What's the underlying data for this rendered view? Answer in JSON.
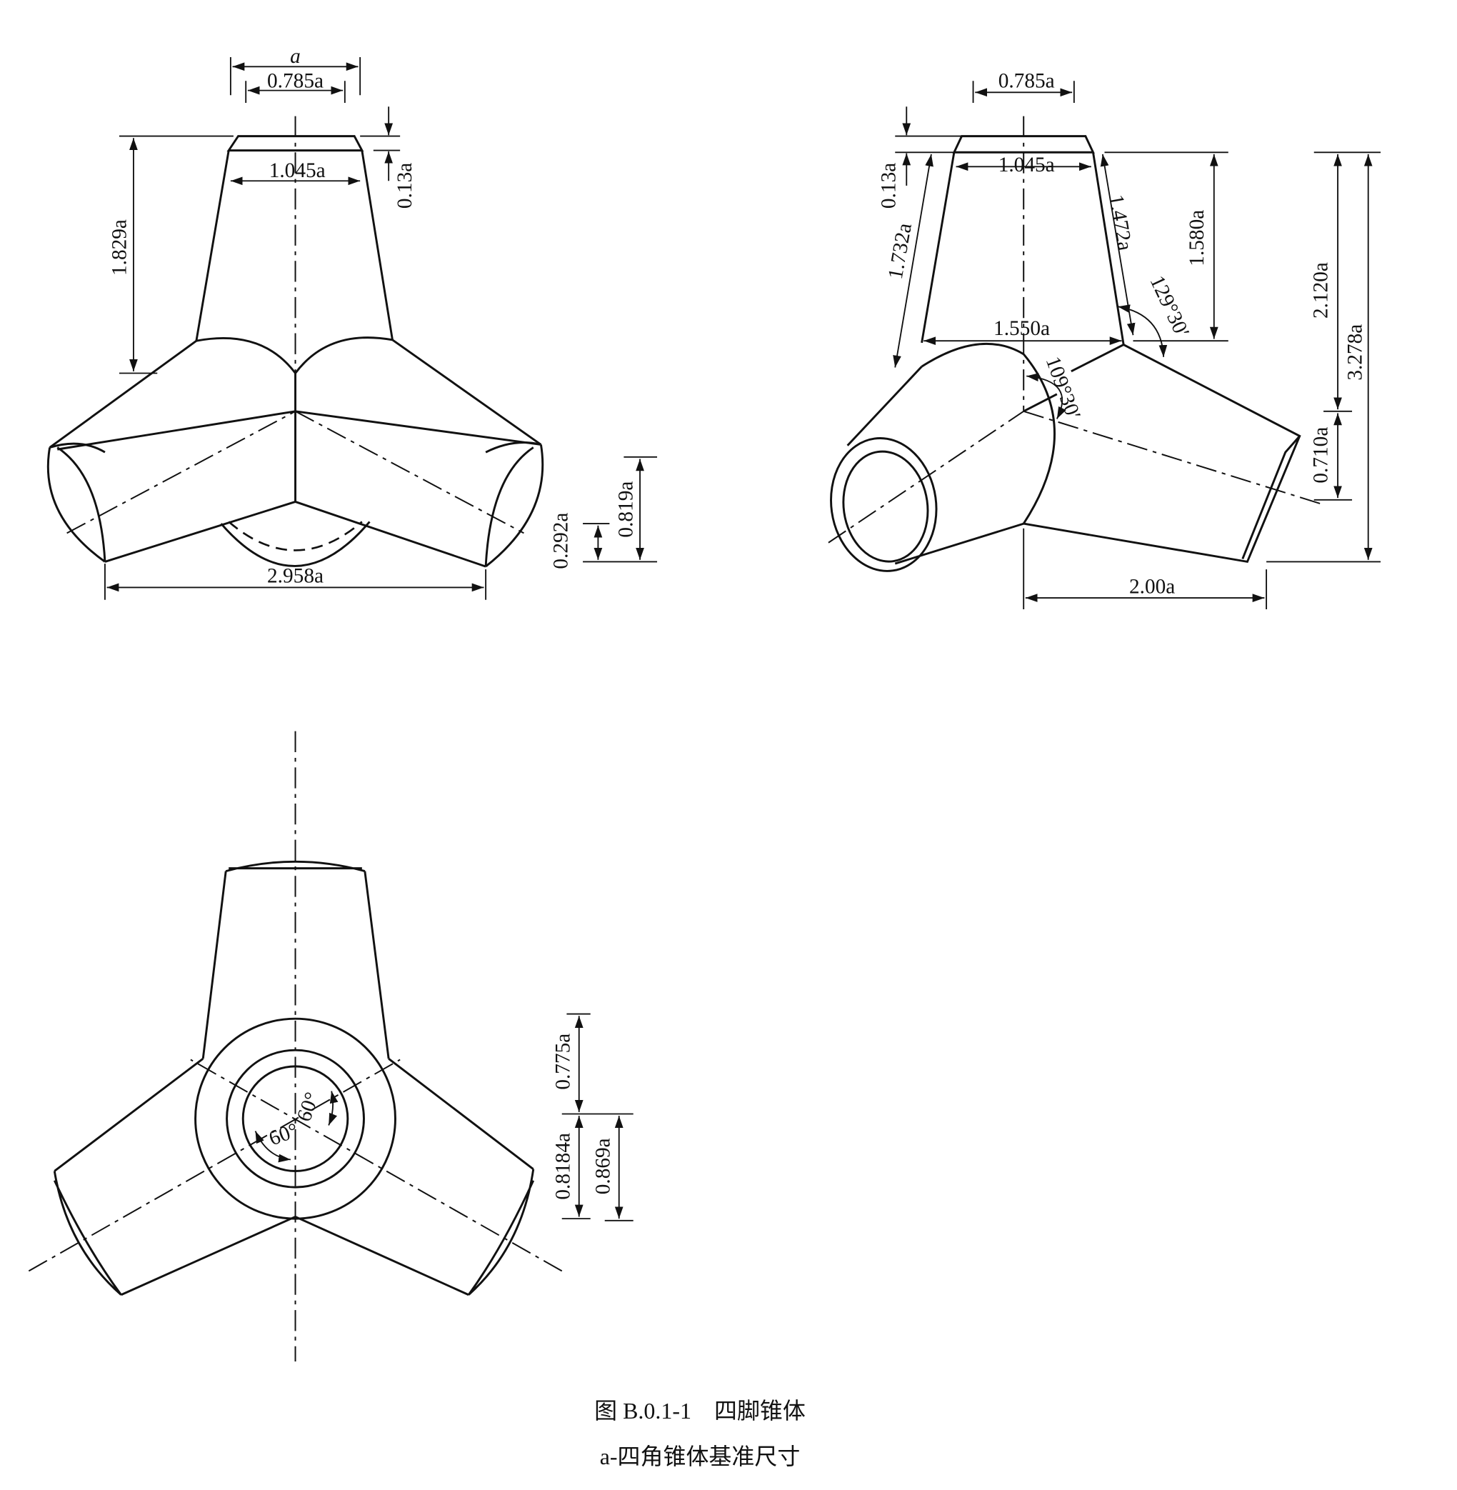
{
  "figure": {
    "front_view": {
      "dims": {
        "a": "a",
        "top": "0.785a",
        "neck": "1.045a",
        "height": "1.829a",
        "chamfer": "0.13a",
        "span": "2.958a",
        "low1": "0.292a",
        "low2": "0.819a"
      }
    },
    "side_view": {
      "dims": {
        "top": "0.785a",
        "neck": "1.045a",
        "chamfer": "0.13a",
        "slant_left": "1.732a",
        "slant_right": "1.472a",
        "angle1": "129°30′",
        "base": "1.550a",
        "angle2": "109°30′",
        "h1": "1.580a",
        "h2": "2.120a",
        "h3": "3.278a",
        "h4": "0.710a",
        "leg": "2.00a"
      }
    },
    "top_view": {
      "dims": {
        "angle_a": "60°",
        "angle_b": "60°",
        "r1": "0.775a",
        "r2": "0.8184a",
        "r3": "0.869a"
      }
    },
    "caption": {
      "title": "图 B.0.1-1　四脚锥体",
      "note": "a-四角锥体基准尺寸"
    }
  }
}
